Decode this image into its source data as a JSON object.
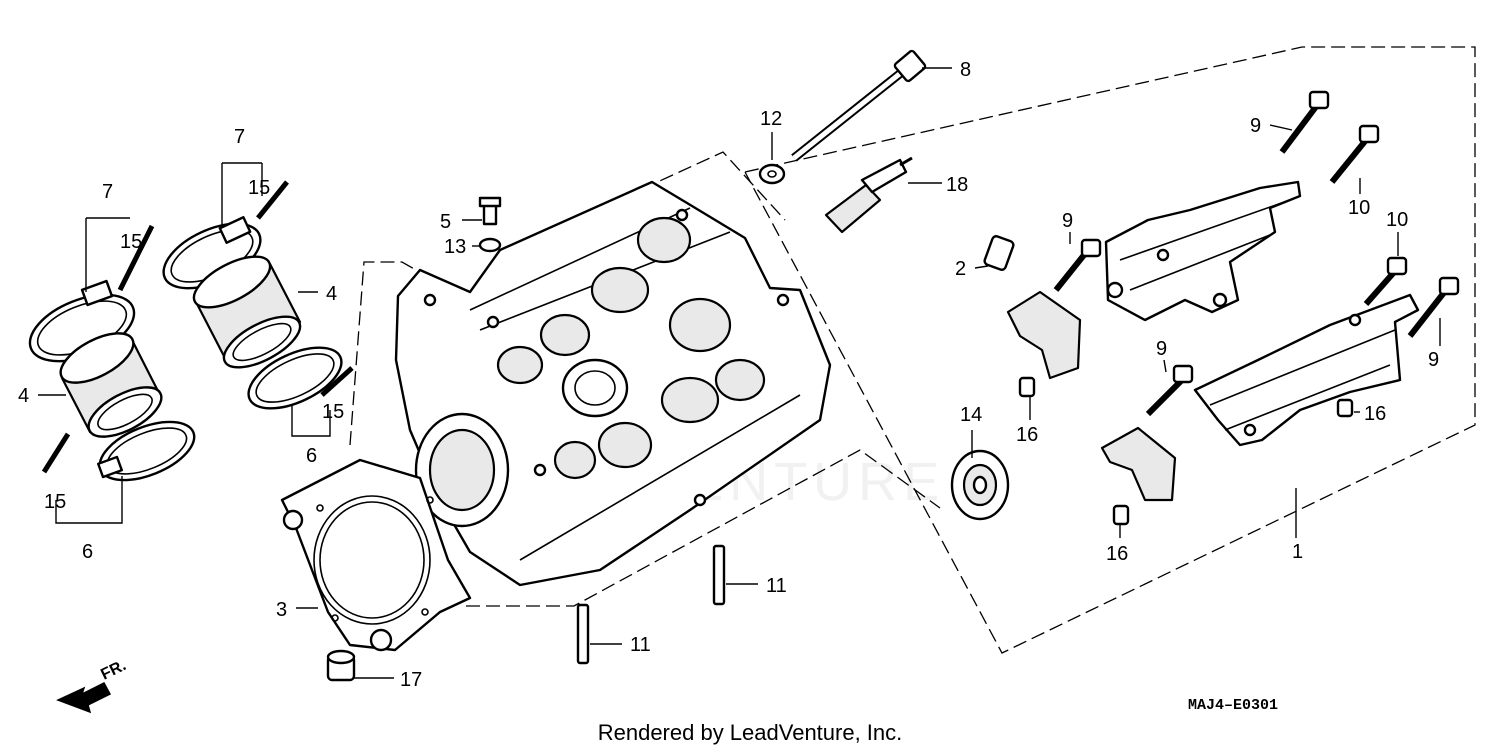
{
  "diagram": {
    "callouts": {
      "c1": "1",
      "c2": "2",
      "c3": "3",
      "c4a": "4",
      "c4b": "4",
      "c5": "5",
      "c6a": "6",
      "c6b": "6",
      "c7a": "7",
      "c7b": "7",
      "c8": "8",
      "c9a": "9",
      "c9b": "9",
      "c9c": "9",
      "c9d": "9",
      "c10a": "10",
      "c10b": "10",
      "c11a": "11",
      "c11b": "11",
      "c12": "12",
      "c13": "13",
      "c14": "14",
      "c15a": "15",
      "c15b": "15",
      "c15c": "15",
      "c15d": "15",
      "c16a": "16",
      "c16b": "16",
      "c16c": "16",
      "c17": "17",
      "c18": "18"
    },
    "orientation_label": "FR.",
    "drawing_code": "MAJ4–E0301",
    "credit": "Rendered by LeadVenture, Inc."
  }
}
